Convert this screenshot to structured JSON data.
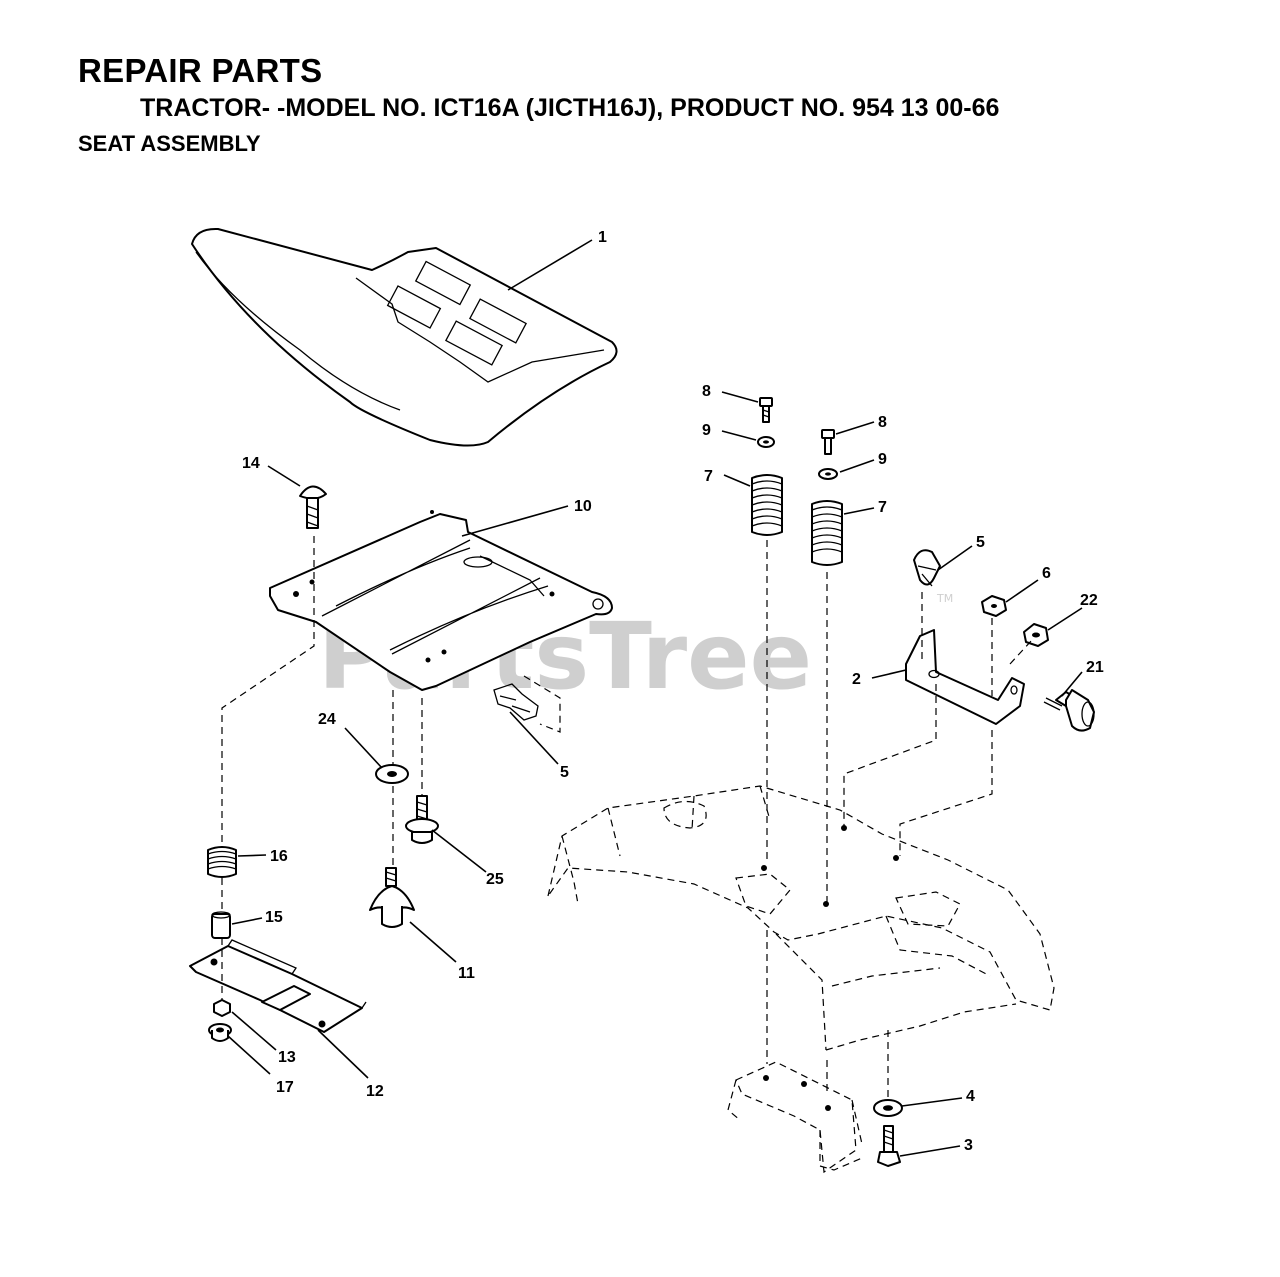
{
  "header": {
    "title": "REPAIR PARTS",
    "subtitle": "TRACTOR- -MODEL NO. ICT16A (JICTH16J), PRODUCT NO. 954 13 00-66",
    "section": "SEAT ASSEMBLY"
  },
  "watermark": {
    "text": "PartsTree",
    "trademark": "TM"
  },
  "callouts": {
    "c1": "1",
    "c2": "2",
    "c3": "3",
    "c4": "4",
    "c5a": "5",
    "c5b": "5",
    "c6": "6",
    "c7a": "7",
    "c7b": "7",
    "c8a": "8",
    "c8b": "8",
    "c9a": "9",
    "c9b": "9",
    "c10": "10",
    "c11": "11",
    "c12": "12",
    "c13": "13",
    "c14": "14",
    "c15": "15",
    "c16": "16",
    "c17": "17",
    "c21": "21",
    "c22": "22",
    "c24": "24",
    "c25": "25"
  }
}
